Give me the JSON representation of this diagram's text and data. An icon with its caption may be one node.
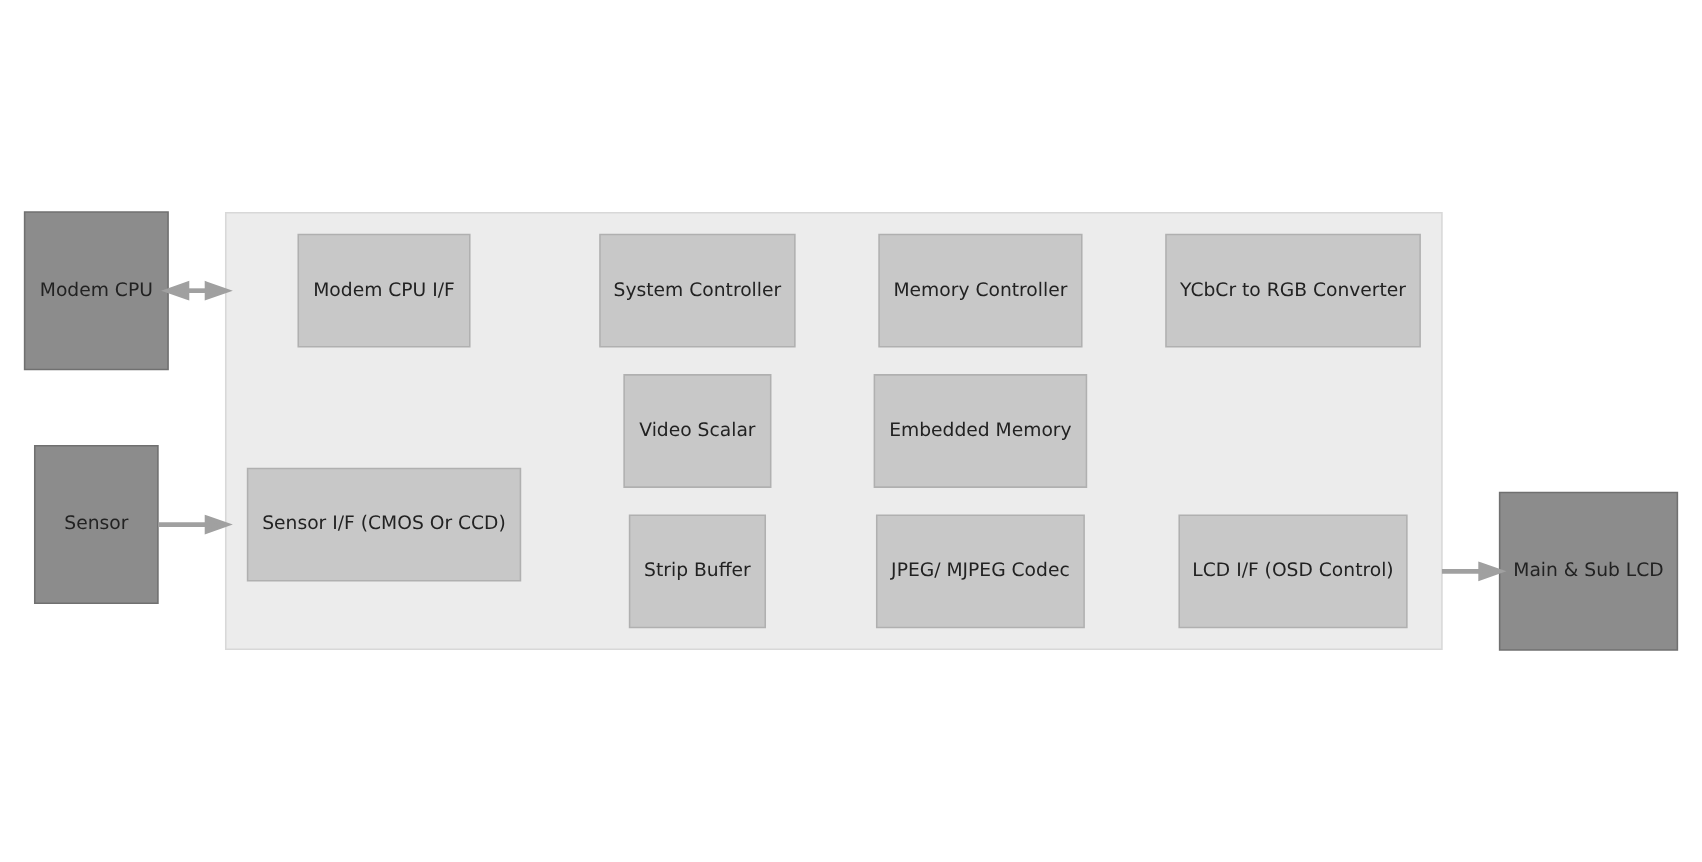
{
  "diagram": {
    "nodes": [
      {
        "text": [
          "Modem CPU"
        ]
      },
      {
        "text": [],
        "shape": "box"
      },
      {
        "text": [
          "Modem CPU I/F"
        ],
        "in": 1
      },
      {
        "text": [
          "System Controller"
        ],
        "in": 1
      },
      {
        "text": [
          "Embedded Memory"
        ],
        "in": 1
      },
      {
        "text": [
          "Memory Controller"
        ],
        "in": 1
      },
      {
        "text": [
          "YCbCr to RGB Converter"
        ],
        "in": 1
      },
      {
        "text": [
          "Sensor"
        ]
      },
      {
        "text": [
          "Sensor I/F (CMOS Or CCD)"
        ],
        "in": 1
      },
      {
        "text": [
          "Strip Buffer"
        ],
        "in": 1
      },
      {
        "text": [
          "Video Scalar"
        ],
        "in": 1
      },
      {
        "text": [
          "JPEG/ MJPEG Codec"
        ],
        "in": 1
      },
      {
        "text": [
          "LCD I/F (OSD Control)"
        ],
        "in": 1
      },
      {
        "text": [
          "Main & Sub LCD"
        ]
      }
    ],
    "edges": [
      {
        "from": 0,
        "to": 1,
        "arrow": "both"
      },
      {
        "from": 7,
        "to": 1,
        "arrow": "to"
      },
      {
        "from": 1,
        "to": 13,
        "arrow": "to"
      }
    ]
  }
}
